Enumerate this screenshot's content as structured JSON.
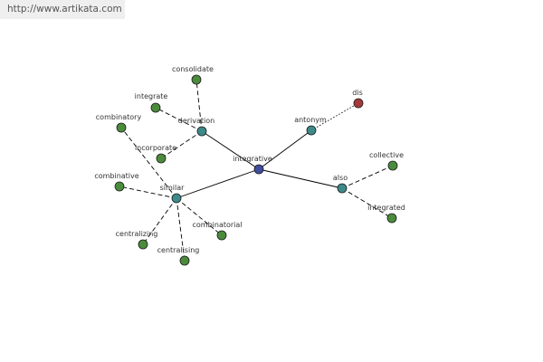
{
  "header": {
    "url": "http://www.artikata.com"
  },
  "colors": {
    "hub": "#3f4d9e",
    "relation": "#3e8a8a",
    "leaf": "#4b8c3c",
    "antonym_leaf": "#a63a3a",
    "edge": "#000000"
  },
  "graph": {
    "nodes": [
      {
        "id": "integrative",
        "label": "integrative",
        "kind": "hub"
      },
      {
        "id": "derivation",
        "label": "derivation",
        "kind": "relation"
      },
      {
        "id": "antonym",
        "label": "antonym",
        "kind": "relation"
      },
      {
        "id": "similar",
        "label": "similar",
        "kind": "relation"
      },
      {
        "id": "also",
        "label": "also",
        "kind": "relation"
      },
      {
        "id": "consolidate",
        "label": "consolidate",
        "kind": "leaf"
      },
      {
        "id": "integrate",
        "label": "integrate",
        "kind": "leaf"
      },
      {
        "id": "incorporate",
        "label": "incorporate",
        "kind": "leaf"
      },
      {
        "id": "dis",
        "label": "dis",
        "kind": "antonym_leaf"
      },
      {
        "id": "combinatory",
        "label": "combinatory",
        "kind": "leaf"
      },
      {
        "id": "combinative",
        "label": "combinative",
        "kind": "leaf"
      },
      {
        "id": "centralizing",
        "label": "centralizing",
        "kind": "leaf"
      },
      {
        "id": "centralising",
        "label": "centralising",
        "kind": "leaf"
      },
      {
        "id": "combinatorial",
        "label": "combinatorial",
        "kind": "leaf"
      },
      {
        "id": "collective",
        "label": "collective",
        "kind": "leaf"
      },
      {
        "id": "integrated",
        "label": "integrated",
        "kind": "leaf"
      }
    ],
    "edges": [
      {
        "from": "integrative",
        "to": "derivation",
        "style": "solid"
      },
      {
        "from": "integrative",
        "to": "antonym",
        "style": "solid"
      },
      {
        "from": "integrative",
        "to": "similar",
        "style": "solid"
      },
      {
        "from": "integrative",
        "to": "also",
        "style": "solid"
      },
      {
        "from": "derivation",
        "to": "consolidate",
        "style": "dashed"
      },
      {
        "from": "derivation",
        "to": "integrate",
        "style": "dashed"
      },
      {
        "from": "derivation",
        "to": "incorporate",
        "style": "dashed"
      },
      {
        "from": "antonym",
        "to": "dis",
        "style": "dotted"
      },
      {
        "from": "similar",
        "to": "combinatory",
        "style": "dashed"
      },
      {
        "from": "similar",
        "to": "combinative",
        "style": "dashed"
      },
      {
        "from": "similar",
        "to": "centralizing",
        "style": "dashed"
      },
      {
        "from": "similar",
        "to": "centralising",
        "style": "dashed"
      },
      {
        "from": "similar",
        "to": "combinatorial",
        "style": "dashed"
      },
      {
        "from": "also",
        "to": "collective",
        "style": "dashed"
      },
      {
        "from": "also",
        "to": "integrated",
        "style": "dashed"
      }
    ]
  }
}
